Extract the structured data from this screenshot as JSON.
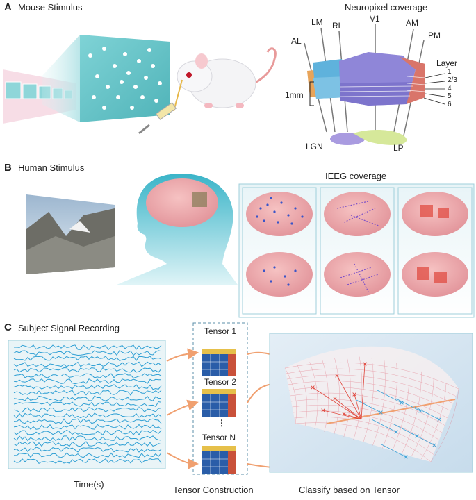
{
  "panelA": {
    "letter": "A",
    "title": "Mouse Stimulus",
    "coverage_title": "Neuropixel coverage",
    "areas": [
      "AL",
      "LM",
      "RL",
      "V1",
      "AM",
      "PM"
    ],
    "layer_title": "Layer",
    "layers": [
      "1",
      "2/3",
      "4",
      "5",
      "6"
    ],
    "scale_label": "1mm",
    "subcortical": [
      "LGN",
      "LP"
    ]
  },
  "panelB": {
    "letter": "B",
    "title": "Human Stimulus",
    "coverage_title": "IEEG coverage"
  },
  "panelC": {
    "letter": "C",
    "title": "Subject Signal Recording",
    "tensors": [
      "Tensor 1",
      "Tensor 2",
      "Tensor N"
    ],
    "ellipsis": "⋮",
    "time_label": "Time(s)",
    "construction_label": "Tensor Construction",
    "classify_label": "Classify based on Tensor"
  },
  "colors": {
    "v1": "#8f86d8",
    "lm": "#5fb2dc",
    "al": "#e8a45a",
    "am": "#d9756a",
    "lgn": "#a99be0",
    "lp": "#d6e89a",
    "signal": "#2e9fd4",
    "red_marker": "#e0453a",
    "blue_marker": "#3aa2d8",
    "arrow": "#f0a070"
  }
}
